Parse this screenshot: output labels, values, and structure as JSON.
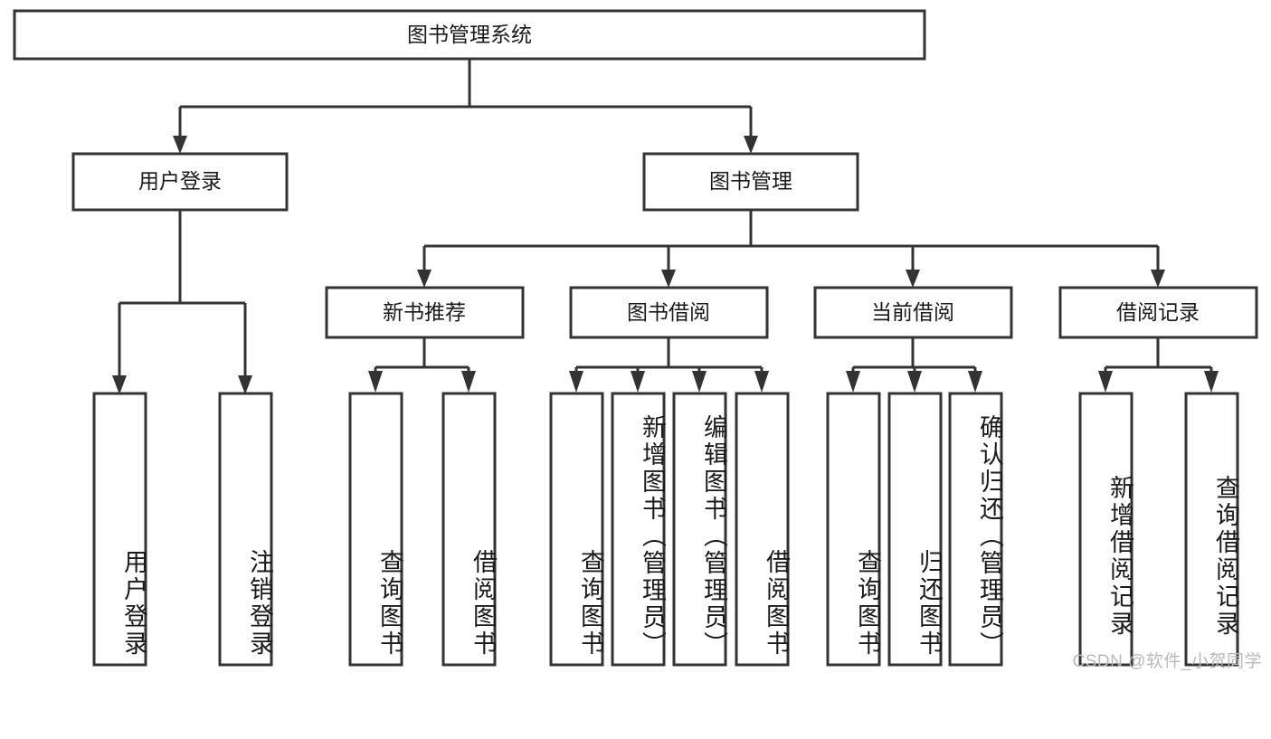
{
  "diagram": {
    "title": "图书管理系统",
    "type": "tree-hierarchy-diagram",
    "watermark": "CSDN @软件_小贺同学",
    "colors": {
      "stroke": "#333333",
      "fill": "#ffffff",
      "text": "#1a1a1a",
      "watermark": "#b9b9b9"
    },
    "root": {
      "label": "图书管理系统"
    },
    "level2": [
      {
        "id": "user-login",
        "label": "用户登录"
      },
      {
        "id": "book-management",
        "label": "图书管理"
      }
    ],
    "level3": [
      {
        "id": "new-book-recommend",
        "label": "新书推荐",
        "parent": "book-management"
      },
      {
        "id": "book-borrow",
        "label": "图书借阅",
        "parent": "book-management"
      },
      {
        "id": "current-borrow",
        "label": "当前借阅",
        "parent": "book-management"
      },
      {
        "id": "borrow-record",
        "label": "借阅记录",
        "parent": "book-management"
      }
    ],
    "leaves": {
      "user_login": [
        {
          "id": "leaf-user-login",
          "label": "用户登录"
        },
        {
          "id": "leaf-user-logout",
          "label": "注销登录"
        }
      ],
      "new_book_recommend": [
        {
          "id": "leaf-query-book-1",
          "label": "查询图书"
        },
        {
          "id": "leaf-borrow-book-1",
          "label": "借阅图书"
        }
      ],
      "book_borrow": [
        {
          "id": "leaf-query-book-2",
          "label": "查询图书"
        },
        {
          "id": "leaf-add-book",
          "label": "新增图书（管理员）"
        },
        {
          "id": "leaf-edit-book",
          "label": "编辑图书（管理员）"
        },
        {
          "id": "leaf-borrow-book-2",
          "label": "借阅图书"
        }
      ],
      "current_borrow": [
        {
          "id": "leaf-query-book-3",
          "label": "查询图书"
        },
        {
          "id": "leaf-return-book",
          "label": "归还图书"
        },
        {
          "id": "leaf-confirm-return",
          "label": "确认归还（管理员）"
        }
      ],
      "borrow_record": [
        {
          "id": "leaf-add-record",
          "label": "新增借阅记录"
        },
        {
          "id": "leaf-query-record",
          "label": "查询借阅记录"
        }
      ]
    }
  }
}
